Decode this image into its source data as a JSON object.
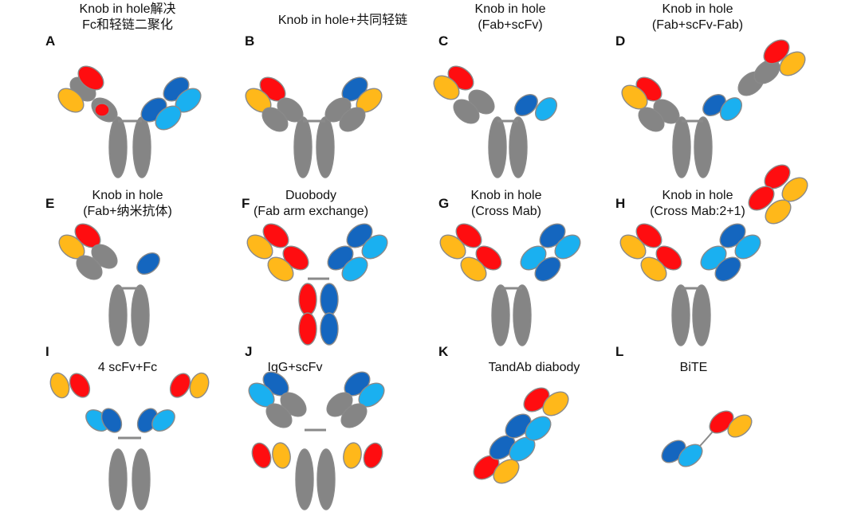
{
  "colors": {
    "gray": "#858585",
    "red": "#ff0d10",
    "orange": "#ffb81a",
    "darkblue": "#1466bf",
    "lightblue": "#1ab0f0",
    "outline": "#8a8a8a"
  },
  "panels": [
    {
      "letter": "A",
      "title": "Knob in hole解决\nFc和轻链二聚化"
    },
    {
      "letter": "B",
      "title": "Knob in hole+共同轻链"
    },
    {
      "letter": "C",
      "title": "Knob in hole\n(Fab+scFv)"
    },
    {
      "letter": "D",
      "title": "Knob in hole\n(Fab+scFv-Fab)"
    },
    {
      "letter": "E",
      "title": "Knob in hole\n(Fab+纳米抗体)"
    },
    {
      "letter": "F",
      "title": "Duobody\n(Fab arm exchange)"
    },
    {
      "letter": "G",
      "title": "Knob in hole\n(Cross Mab)"
    },
    {
      "letter": "H",
      "title": "Knob in hole\n(Cross Mab:2+1)"
    },
    {
      "letter": "I",
      "title": "4 scFv+Fc"
    },
    {
      "letter": "J",
      "title": "IgG+scFv"
    },
    {
      "letter": "K",
      "title": "TandAb diabody"
    },
    {
      "letter": "L",
      "title": "BiTE"
    }
  ]
}
